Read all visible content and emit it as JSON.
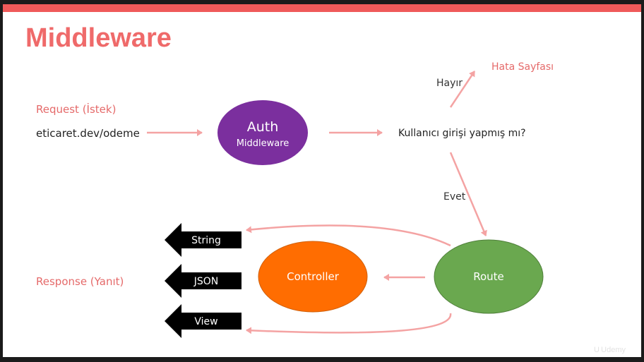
{
  "slide": {
    "title": "Middleware",
    "colors": {
      "accent": "#ef5a5a",
      "title": "#ef6a6a",
      "label_red": "#e56a6a",
      "arrow": "#f4a3a3"
    }
  },
  "request": {
    "label": "Request (İstek)",
    "url": "eticaret.dev/odeme"
  },
  "auth": {
    "title": "Auth",
    "subtitle": "Middleware",
    "color": "#7b2f9e"
  },
  "question": "Kullanıcı girişi yapmış mı?",
  "branch_no": {
    "label": "Hayır",
    "target": "Hata Sayfası"
  },
  "branch_yes": {
    "label": "Evet"
  },
  "route": {
    "label": "Route",
    "color": "#6aa84f"
  },
  "controller": {
    "label": "Controller",
    "color": "#ff6d01"
  },
  "response": {
    "label": "Response (Yanıt)"
  },
  "outputs": [
    "String",
    "JSON",
    "View"
  ],
  "watermark": "Udemy"
}
